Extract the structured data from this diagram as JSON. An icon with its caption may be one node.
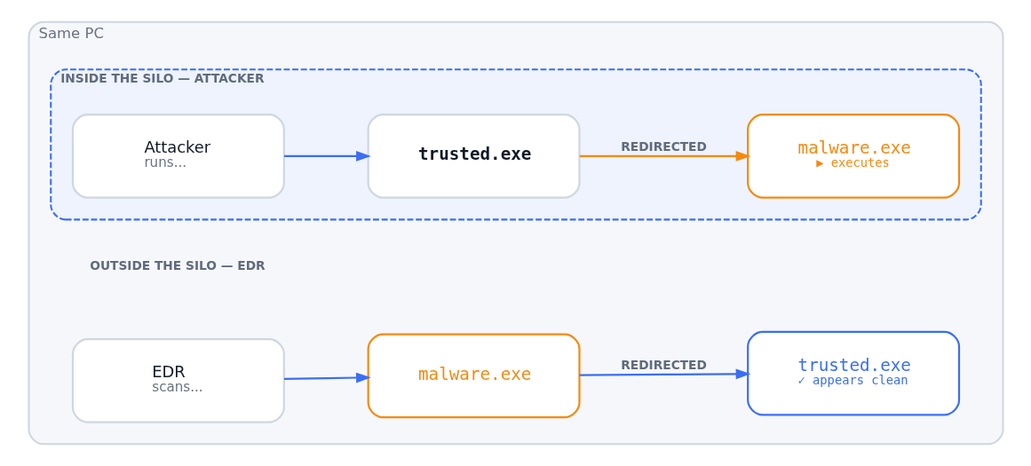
{
  "diagram": {
    "nodes": [
      {
        "text": [
          "Same PC"
        ]
      },
      {
        "text": [
          "INSIDE THE SILO — ATTACKER"
        ],
        "in": 0
      },
      {
        "text": [
          "Attacker",
          "runs..."
        ],
        "in": 1
      },
      {
        "text": [
          "trusted.exe"
        ],
        "in": 1
      },
      {
        "text": [
          "malware.exe",
          "▶ executes"
        ],
        "in": 1
      },
      {
        "text": [
          "EDR",
          "scans..."
        ],
        "in": 0
      },
      {
        "text": [
          "malware.exe"
        ],
        "in": 0
      },
      {
        "text": [
          "trusted.exe",
          "✓ appears clean"
        ],
        "in": 0
      }
    ],
    "edges": [
      {
        "from": 2,
        "to": 3,
        "arrow": "to"
      },
      {
        "from": 3,
        "to": 4,
        "arrow": "to",
        "label": "REDIRECTED",
        "color": "#f5890f"
      },
      {
        "from": 5,
        "to": 6,
        "arrow": "to"
      },
      {
        "from": 6,
        "to": 7,
        "arrow": "to",
        "label": "REDIRECTED"
      }
    ],
    "labels": [
      "OUTSIDE THE SILO — EDR"
    ]
  }
}
